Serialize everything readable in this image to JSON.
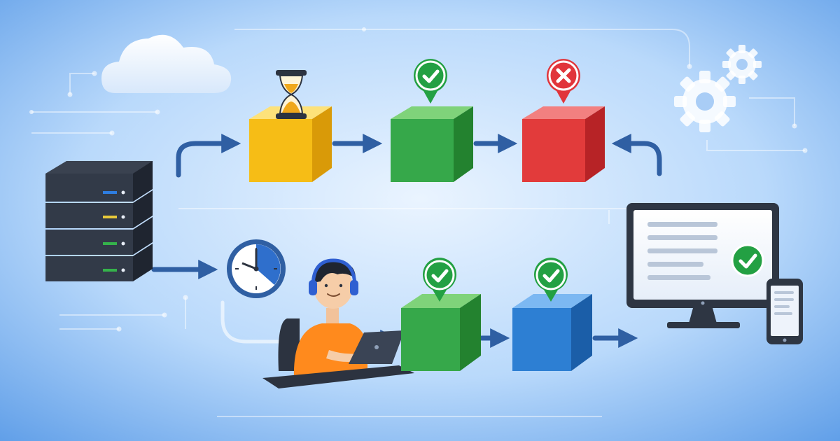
{
  "diagram": {
    "kind": "illustration",
    "text_labels": [],
    "palette": {
      "background_light": "#eaf4ff",
      "background_mid": "#b9d9fb",
      "background_edge": "#5f9ee8",
      "arrow": "#2f5fa3",
      "cube_yellow": "#f6bd16",
      "cube_green": "#36a84a",
      "cube_red": "#e23b3b",
      "cube_blue": "#2d7fd3",
      "badge_green": "#23a043",
      "badge_red": "#e1353b",
      "server_dark": "#2c3340",
      "monitor_frame": "#2e3643",
      "shirt_orange": "#ff8a1d",
      "headphones": "#2f5fd1"
    },
    "nodes": [
      {
        "id": "cloud",
        "icon": "cloud-icon"
      },
      {
        "id": "server-stack",
        "icon": "server-icon",
        "units": 4
      },
      {
        "id": "cube-pending",
        "icon": "hourglass-icon",
        "state": "pending",
        "color": "yellow"
      },
      {
        "id": "cube-passed-top",
        "icon": "check-badge-icon",
        "state": "passed",
        "color": "green"
      },
      {
        "id": "cube-failed",
        "icon": "x-badge-icon",
        "state": "failed",
        "color": "red"
      },
      {
        "id": "clock",
        "icon": "clock-icon"
      },
      {
        "id": "developer",
        "icon": "person-laptop-icon"
      },
      {
        "id": "cube-passed-bottom",
        "icon": "check-badge-icon",
        "state": "passed",
        "color": "green"
      },
      {
        "id": "cube-passed-blue",
        "icon": "check-badge-icon",
        "state": "passed",
        "color": "blue"
      },
      {
        "id": "monitor",
        "icon": "monitor-icon",
        "badge": "check-badge-icon"
      },
      {
        "id": "phone",
        "icon": "phone-icon"
      },
      {
        "id": "gears",
        "icon": "gear-icon",
        "count": 2
      }
    ],
    "edges": [
      {
        "from": "server-stack",
        "to": "cube-pending"
      },
      {
        "from": "cube-pending",
        "to": "cube-passed-top"
      },
      {
        "from": "cube-passed-top",
        "to": "cube-failed"
      },
      {
        "from": "monitor",
        "to": "cube-failed"
      },
      {
        "from": "server-stack",
        "to": "clock"
      },
      {
        "from": "developer",
        "to": "cube-passed-bottom"
      },
      {
        "from": "cube-passed-bottom",
        "to": "cube-passed-blue"
      },
      {
        "from": "cube-passed-blue",
        "to": "monitor"
      }
    ]
  }
}
